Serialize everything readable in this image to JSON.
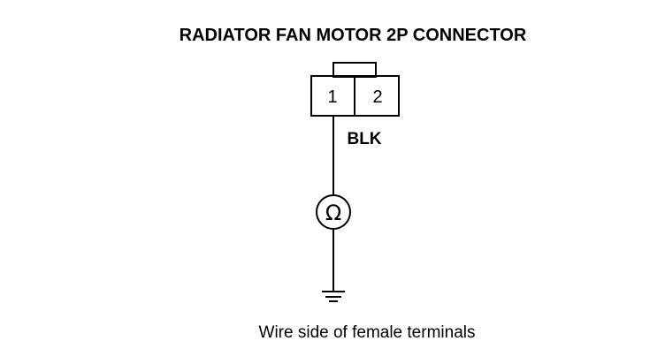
{
  "diagram": {
    "title": "RADIATOR FAN MOTOR 2P CONNECTOR",
    "connector": {
      "pins": [
        {
          "number": "1"
        },
        {
          "number": "2"
        }
      ]
    },
    "wire_color": "BLK",
    "meter_symbol": "Ω",
    "caption": "Wire side of female terminals",
    "colors": {
      "line": "#000000",
      "background": "#ffffff"
    }
  }
}
